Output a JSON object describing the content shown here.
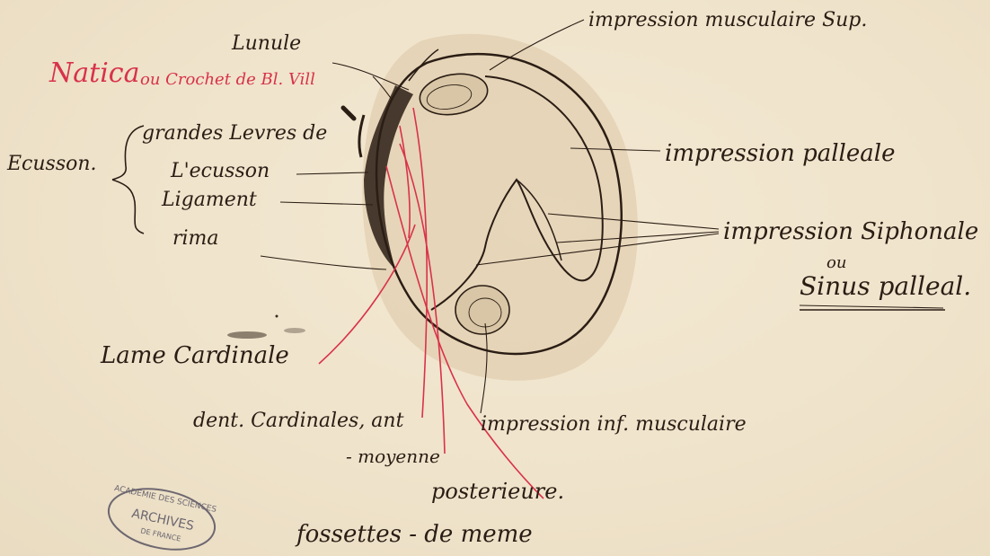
{
  "labels": {
    "impression_musculaire_sup": "impression musculaire Sup.",
    "lunule": "Lunule",
    "natica": "Natica",
    "crochet": "ou Crochet de Bl. Vill",
    "ecusson": "Ecusson.",
    "grandes_levres": "grandes Levres de",
    "l_ecusson": "L'ecusson",
    "ligament": "Ligament",
    "rima": "rima",
    "impression_palleale": "impression palleale",
    "impression_siphonale": "impression Siphonale",
    "ou": "ou",
    "sinus_palleal": "Sinus palleal.",
    "lame_cardinale": "Lame Cardinale",
    "dents_cardinales": "dent. Cardinales, ant",
    "moyenne": "- moyenne",
    "posterieure": "posterieure.",
    "impression_inf": "impression inf. musculaire",
    "fossettes": "fossettes - de meme"
  },
  "stamp": {
    "line1": "ACADEMIE DES SCIENCES",
    "line2": "ARCHIVES",
    "line3": "DE FRANCE"
  },
  "colors": {
    "paper": "#efe3cb",
    "ink": "#2a1d14",
    "red_ink": "#d8324a",
    "shell_wash": "#dcc7a5",
    "stamp": "#6d6770"
  }
}
